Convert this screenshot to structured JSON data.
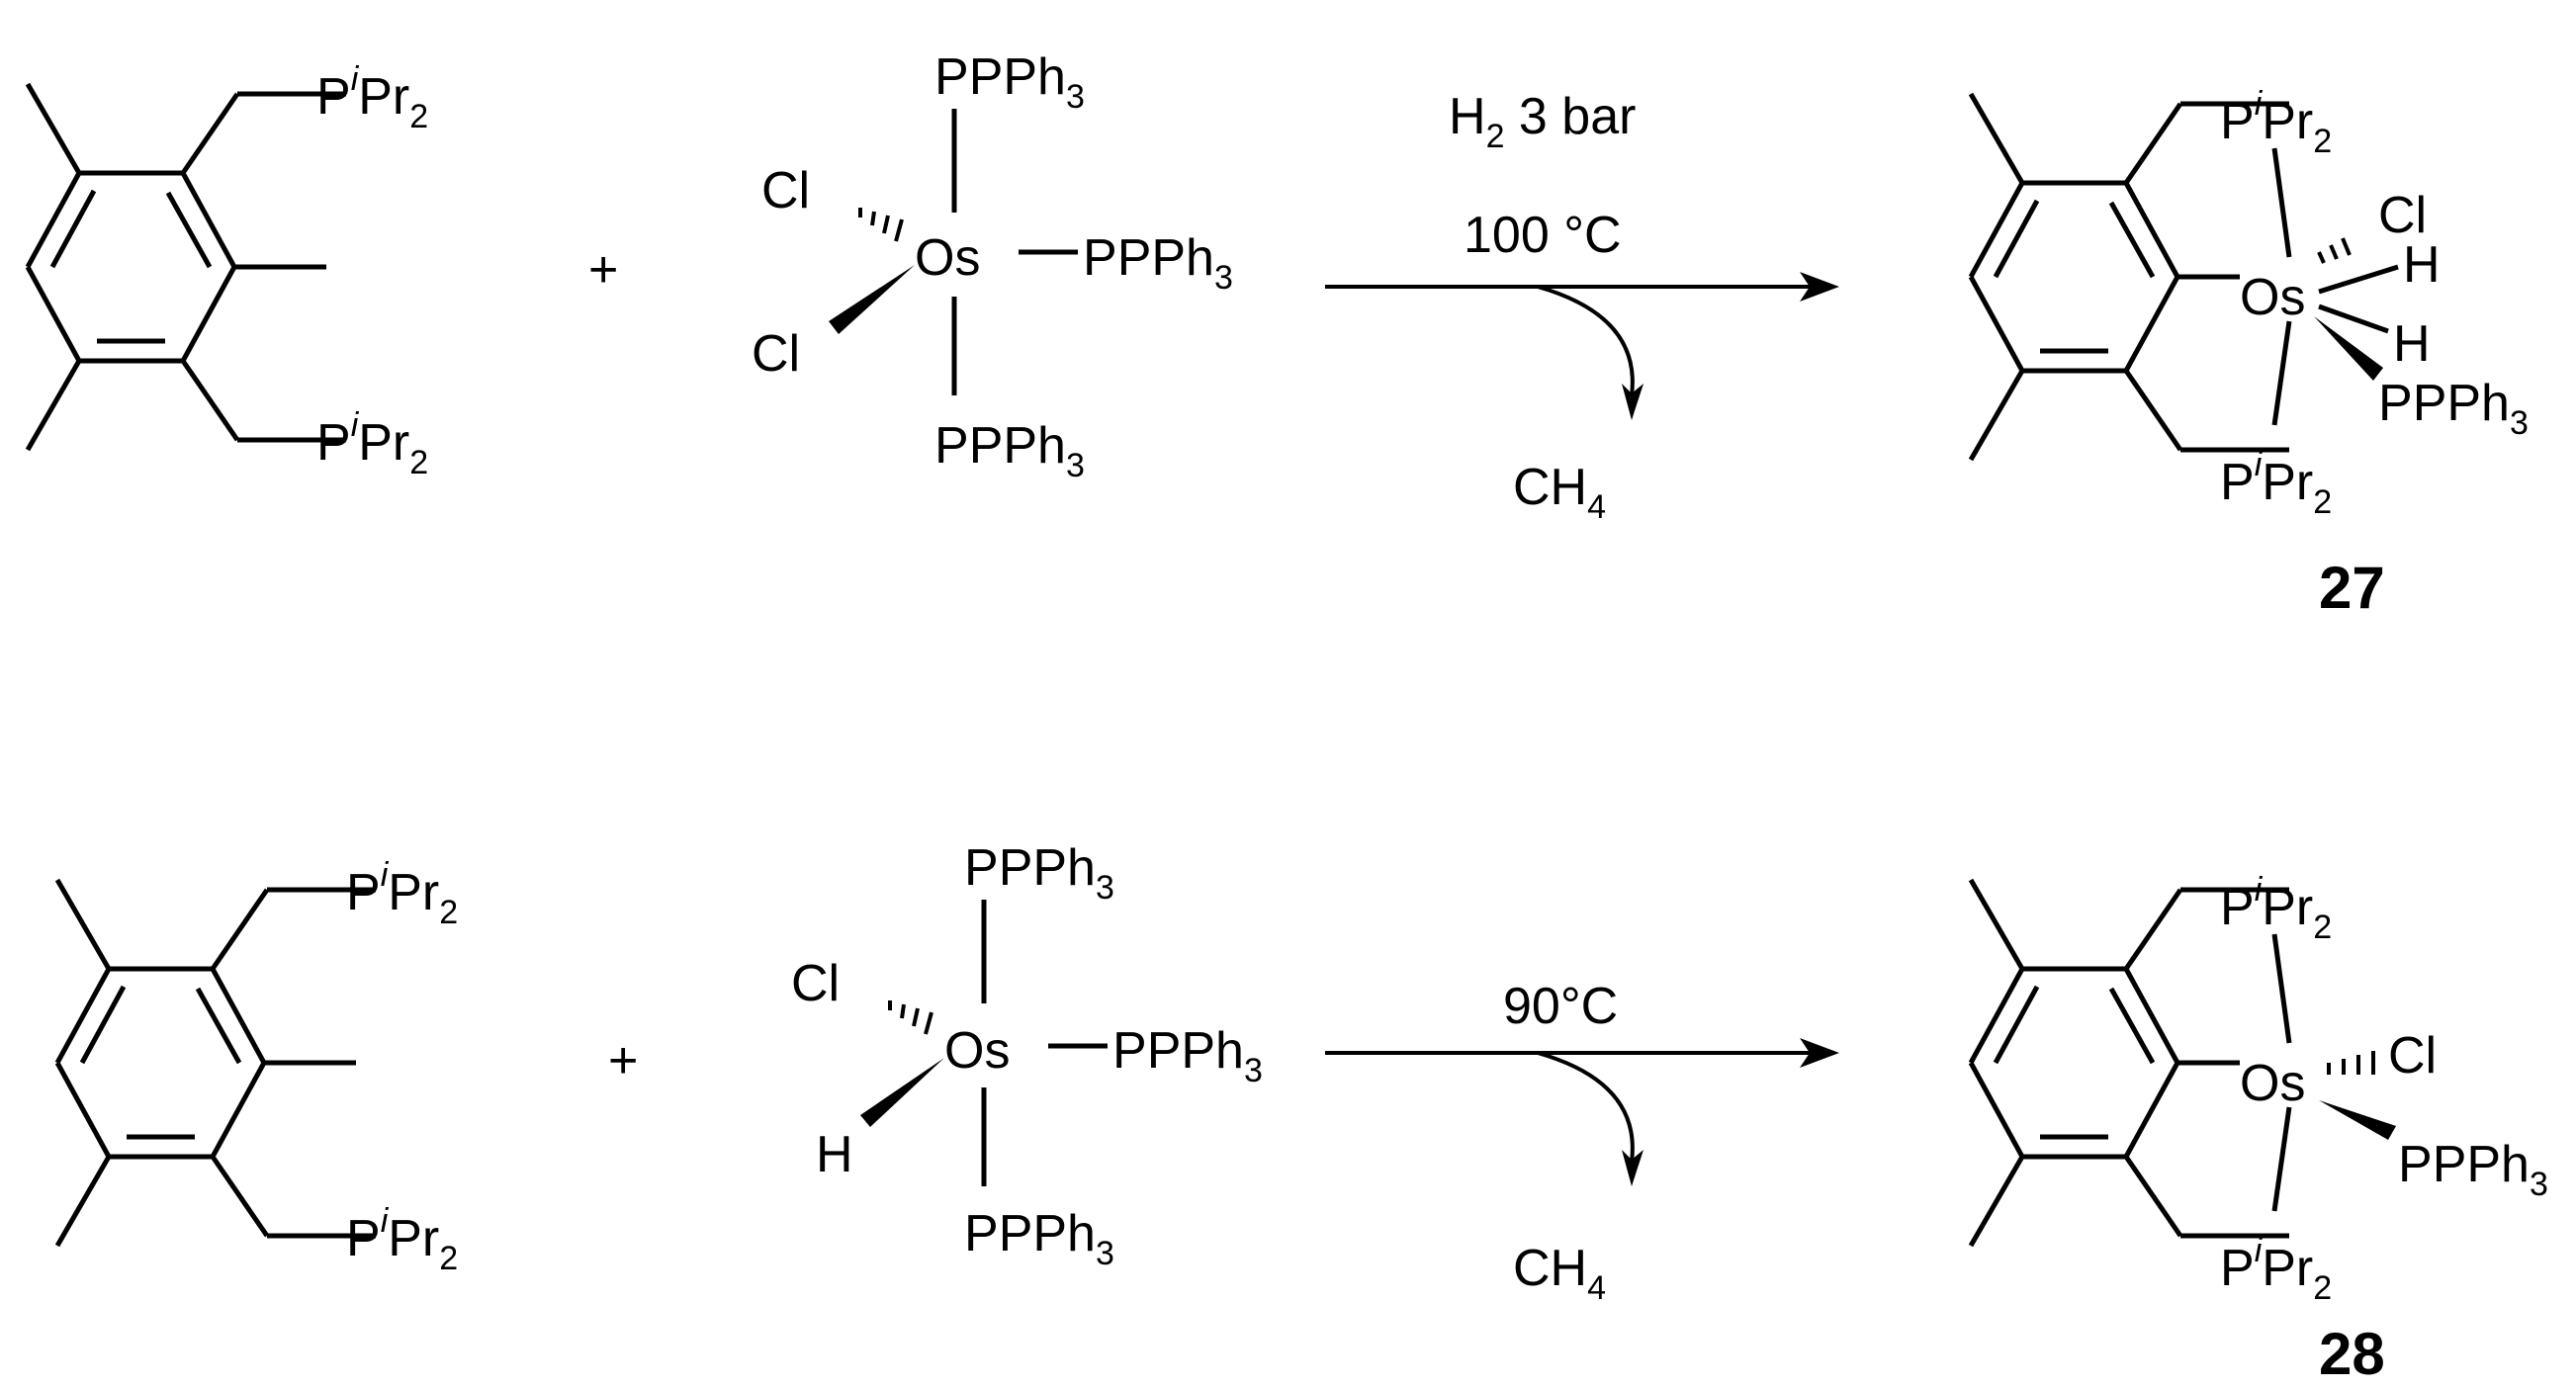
{
  "labels": {
    "P": "P",
    "i": "i",
    "Pr": "Pr",
    "two": "2",
    "three": "3",
    "four": "4",
    "Ph": "Ph",
    "Os": "Os",
    "Cl": "Cl",
    "H": "H",
    "CH": "CH",
    "plus": "+"
  },
  "reaction1": {
    "condition_h2": "H",
    "condition_h2_sub": "2",
    "condition_pressure": " 3 bar",
    "condition_temp": "100 °C",
    "byproduct": "CH",
    "byproduct_sub": "4",
    "product_number": "27"
  },
  "reaction2": {
    "condition_temp": "90°C",
    "byproduct": "CH",
    "byproduct_sub": "4",
    "product_number": "28"
  }
}
